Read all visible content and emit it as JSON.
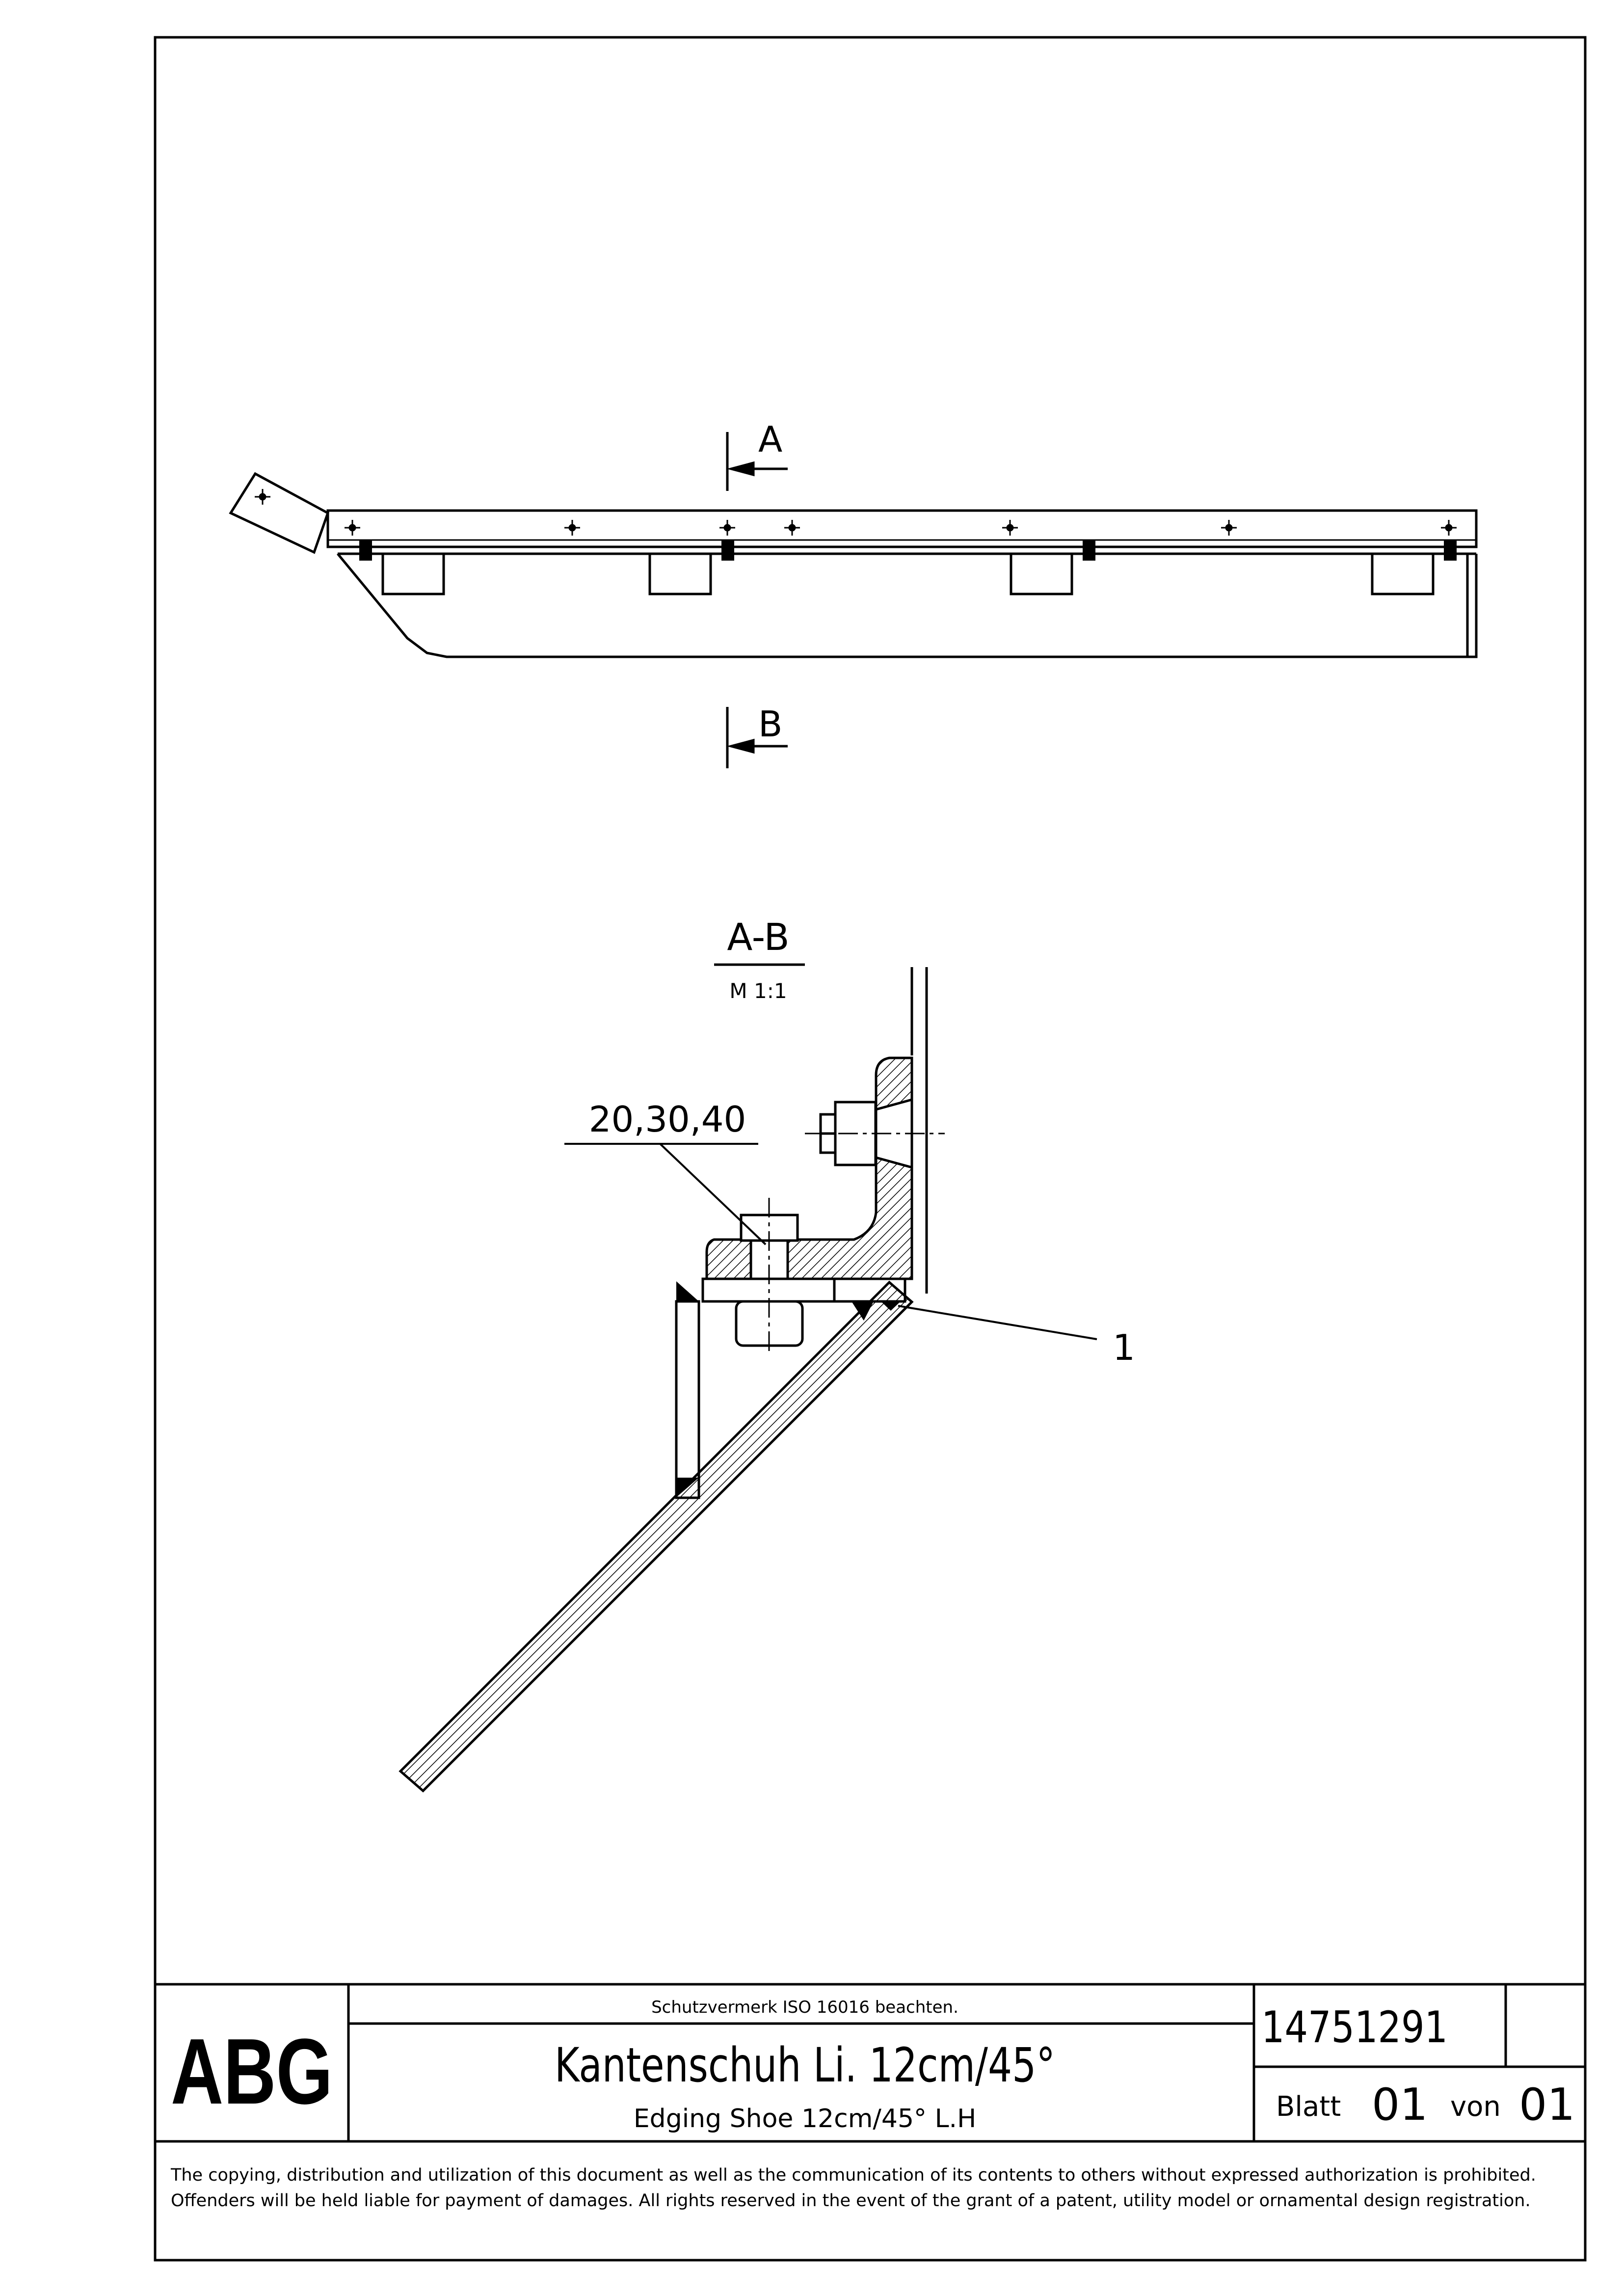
{
  "section_view": {
    "cut_label_top": "A",
    "cut_label_bottom": "B",
    "title": "A-B",
    "scale": "M 1:1",
    "callout_fasteners": "20,30,40",
    "callout_part": "1"
  },
  "title_block": {
    "logo": "ABG",
    "protection_note": "Schutzvermerk ISO 16016 beachten.",
    "title_de": "Kantenschuh Li. 12cm/45°",
    "title_en": "Edging Shoe 12cm/45° L.H",
    "drawing_number": "14751291",
    "sheet_label": "Blatt",
    "sheet_number": "01",
    "of_label": "von",
    "sheet_total": "01"
  },
  "copyright_notice": "The copying, distribution and utilization of this document as well as the communication of its contents to others without expressed authorization is prohibited. Offenders will be held liable for payment of damages. All rights reserved in the event of the grant of a patent, utility model or ornamental design registration."
}
